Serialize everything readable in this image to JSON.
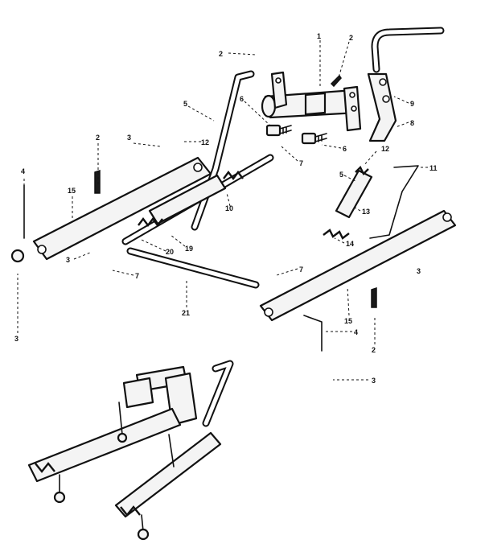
{
  "callouts": [
    {
      "id": "c-2-top",
      "text": "2"
    },
    {
      "id": "c-1",
      "text": "1"
    },
    {
      "id": "c-2-top-right",
      "text": "2"
    },
    {
      "id": "c-5-top",
      "text": "5"
    },
    {
      "id": "c-6-left",
      "text": "6"
    },
    {
      "id": "c-9",
      "text": "9"
    },
    {
      "id": "c-8",
      "text": "8"
    },
    {
      "id": "c-3-left",
      "text": "3"
    },
    {
      "id": "c-12-left",
      "text": "12"
    },
    {
      "id": "c-2-left",
      "text": "2"
    },
    {
      "id": "c-6-mid",
      "text": "6"
    },
    {
      "id": "c-7-mid",
      "text": "7"
    },
    {
      "id": "c-12-right",
      "text": "12"
    },
    {
      "id": "c-5-right",
      "text": "5"
    },
    {
      "id": "c-10",
      "text": "10"
    },
    {
      "id": "c-4-left",
      "text": "4"
    },
    {
      "id": "c-15-left",
      "text": "15"
    },
    {
      "id": "c-11",
      "text": "11"
    },
    {
      "id": "c-13",
      "text": "13"
    },
    {
      "id": "c-14",
      "text": "14"
    },
    {
      "id": "c-20",
      "text": "20"
    },
    {
      "id": "c-19",
      "text": "19"
    },
    {
      "id": "c-3-mid",
      "text": "3"
    },
    {
      "id": "c-7-lower-left",
      "text": "7"
    },
    {
      "id": "c-7-lower-right",
      "text": "7"
    },
    {
      "id": "c-21",
      "text": "21"
    },
    {
      "id": "c-3-right",
      "text": "3"
    },
    {
      "id": "c-3-far-left",
      "text": "3"
    },
    {
      "id": "c-15-right",
      "text": "15"
    },
    {
      "id": "c-4-right",
      "text": "4"
    },
    {
      "id": "c-2-bottom",
      "text": "2"
    },
    {
      "id": "c-3-bottom",
      "text": "3"
    }
  ],
  "colors": {
    "ink": "#111111",
    "paper": "#ffffff"
  }
}
